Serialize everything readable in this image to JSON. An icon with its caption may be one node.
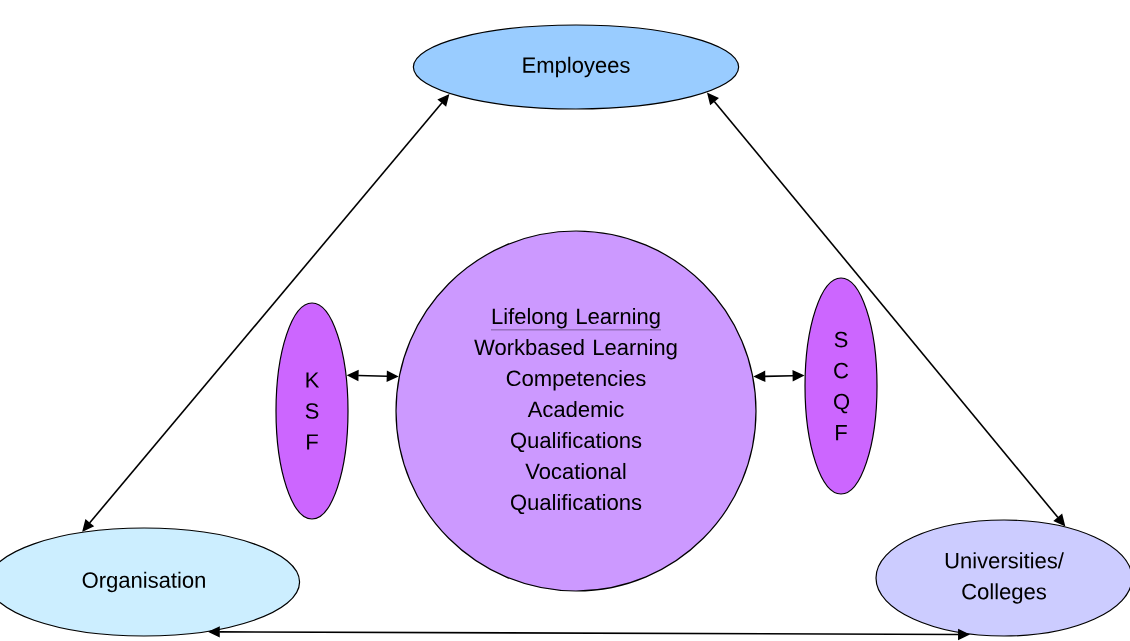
{
  "diagram": {
    "nodes": [
      {
        "text": [
          "Employees"
        ]
      },
      {
        "text": [
          "Organisation"
        ]
      },
      {
        "text": [
          "Universities/ Colleges"
        ]
      },
      {
        "text": [
          "K S F"
        ]
      },
      {
        "text": [
          "Lifelong Learning",
          "Workbased Learning",
          "Competencies",
          "Academic Qualifications",
          "Vocational Qualifications"
        ]
      },
      {
        "text": [
          "S C Q F"
        ]
      }
    ],
    "edges": [
      {
        "from": 1,
        "to": 0,
        "arrow": "both"
      },
      {
        "from": 0,
        "to": 2,
        "arrow": "both"
      },
      {
        "from": 1,
        "to": 2,
        "arrow": "both"
      },
      {
        "from": 3,
        "to": 4,
        "arrow": "both"
      },
      {
        "from": 4,
        "to": 5,
        "arrow": "both"
      }
    ]
  }
}
